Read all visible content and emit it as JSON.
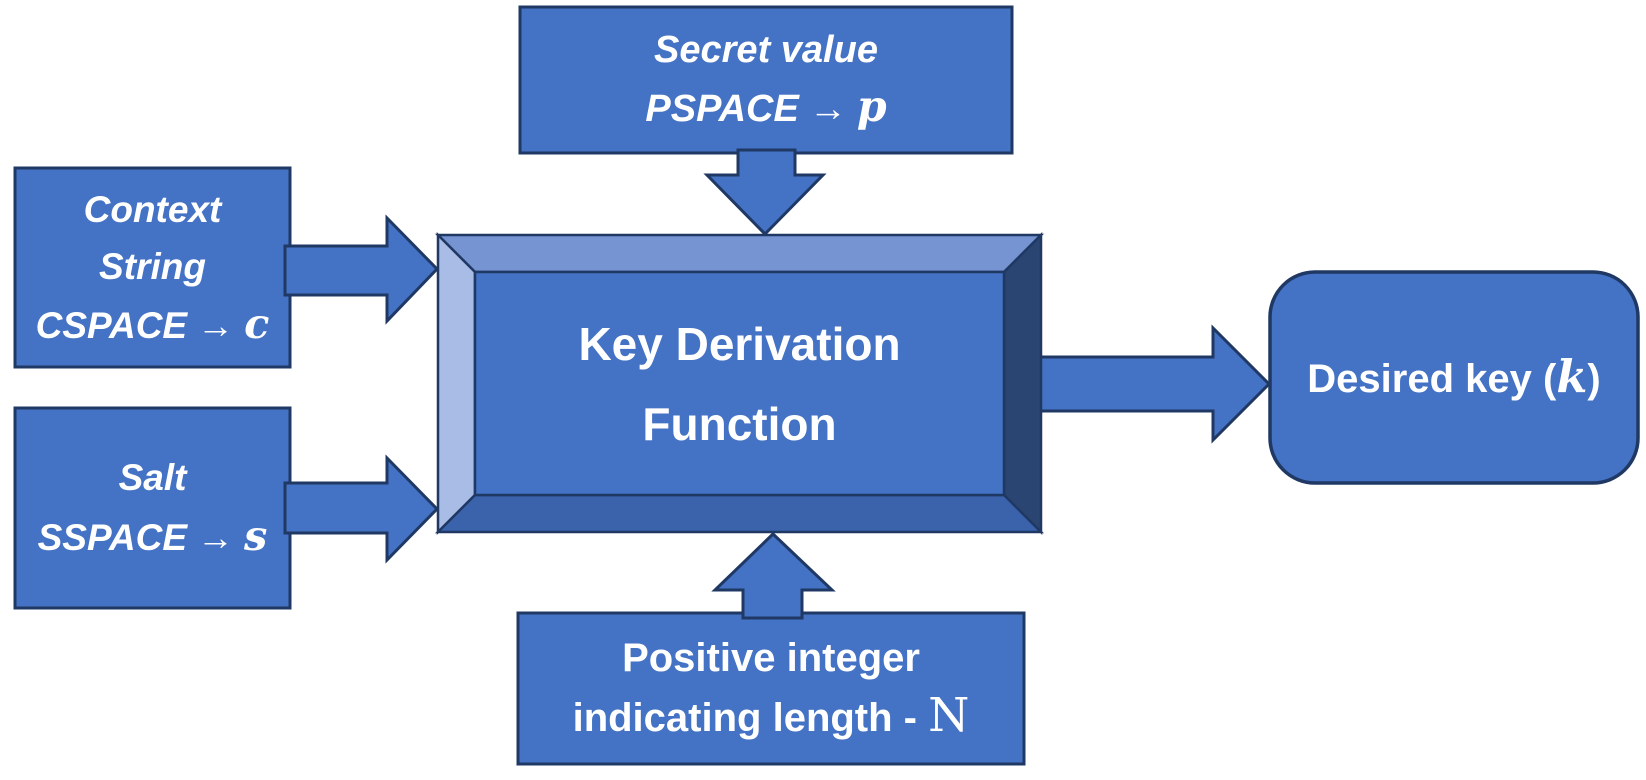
{
  "diagram": {
    "title": "Key Derivation Function diagram",
    "colors": {
      "background": "#FFFFFF",
      "box_fill": "#4472C4",
      "box_border": "#1F3864",
      "bevel_top": "#7693D2",
      "bevel_left": "#A9BCE5",
      "bevel_right": "#2B4573",
      "bevel_bottom": "#3A63AC",
      "text": "#FFFFFF"
    },
    "nodes": {
      "secret": {
        "line1": "Secret value",
        "line2_prefix": "PSPACE",
        "arrow_glyph": "→",
        "symbol": "p"
      },
      "context": {
        "line1": "Context",
        "line2": "String",
        "line3_prefix": "CSPACE",
        "arrow_glyph": "→",
        "symbol": "c"
      },
      "salt": {
        "line1": "Salt",
        "line2_prefix": "SSPACE",
        "arrow_glyph": "→",
        "symbol": "s"
      },
      "kdf": {
        "line1": "Key Derivation",
        "line2": "Function"
      },
      "desired": {
        "prefix": "Desired key (",
        "symbol": "k",
        "suffix": ")"
      },
      "length": {
        "line1": "Positive integer",
        "line2_prefix": "indicating length - ",
        "symbol": "N"
      }
    }
  }
}
